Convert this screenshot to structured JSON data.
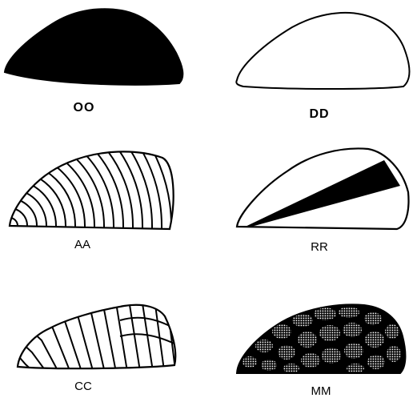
{
  "patterns": [
    {
      "id": "OO",
      "label": "OO",
      "fill": "solid"
    },
    {
      "id": "DD",
      "label": "DD",
      "fill": "empty"
    },
    {
      "id": "AA",
      "label": "AA",
      "fill": "arcs"
    },
    {
      "id": "RR",
      "label": "RR",
      "fill": "band"
    },
    {
      "id": "CC",
      "label": "CC",
      "fill": "chevrons"
    },
    {
      "id": "MM",
      "label": "MM",
      "fill": "blotches"
    }
  ],
  "colors": {
    "ink": "#000000",
    "paper": "#ffffff"
  }
}
